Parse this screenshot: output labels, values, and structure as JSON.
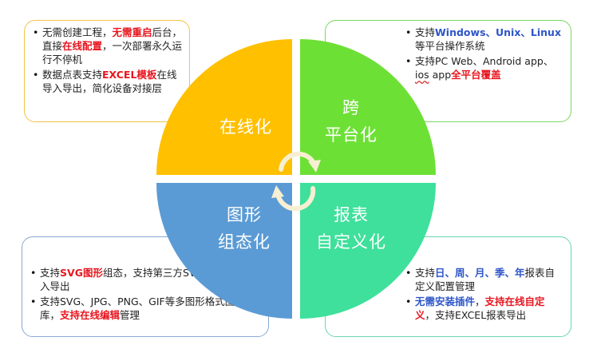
{
  "quadrants": {
    "tl": {
      "label_lines": [
        "在线化"
      ],
      "color": "#ffc000"
    },
    "tr": {
      "label_lines": [
        "跨",
        "平台化"
      ],
      "color": "#6de036"
    },
    "bl": {
      "label_lines": [
        "图形",
        "组态化"
      ],
      "color": "#5b9bd5"
    },
    "br": {
      "label_lines": [
        "报表",
        "自定义化"
      ],
      "color": "#3ee09b"
    }
  },
  "cards": {
    "tl": [
      [
        {
          "t": "无需创建工程，"
        },
        {
          "t": "无需重启",
          "c": "red"
        },
        {
          "t": "后台，直接"
        },
        {
          "t": "在线配置",
          "c": "red"
        },
        {
          "t": "，一次部署永久运行不停机"
        }
      ],
      [
        {
          "t": "数据点表支持"
        },
        {
          "t": "EXCEL模板",
          "c": "red"
        },
        {
          "t": "在线导入导出，简化设备对接层"
        }
      ]
    ],
    "tr": [
      [
        {
          "t": "支持"
        },
        {
          "t": "Windows、Unix、Linux",
          "c": "blue"
        },
        {
          "t": "等平台操作系统"
        }
      ],
      [
        {
          "t": "支持PC Web、Android app、"
        },
        {
          "t": "ios",
          "c": "wavy"
        },
        {
          "t": " app"
        },
        {
          "t": "全平台覆盖",
          "c": "red"
        }
      ]
    ],
    "bl": [
      [
        {
          "t": "支持"
        },
        {
          "t": "SVG图形",
          "c": "red"
        },
        {
          "t": "组态，支持第三方SVG标准图形导入导出"
        }
      ],
      [
        {
          "t": "支持SVG、JPG、PNG、GIF等多图形格式图符库，"
        },
        {
          "t": "支持在线编辑",
          "c": "red"
        },
        {
          "t": "管理"
        }
      ]
    ],
    "br": [
      [
        {
          "t": "支持"
        },
        {
          "t": "日、周、月、季、年",
          "c": "blue"
        },
        {
          "t": "报表自定义配置管理"
        }
      ],
      [
        {
          "t": "无需安装插件",
          "c": "blue"
        },
        {
          "t": "，"
        },
        {
          "t": "支持在线自定义",
          "c": "red"
        },
        {
          "t": "，支持EXCEL报表导出"
        }
      ]
    ]
  }
}
